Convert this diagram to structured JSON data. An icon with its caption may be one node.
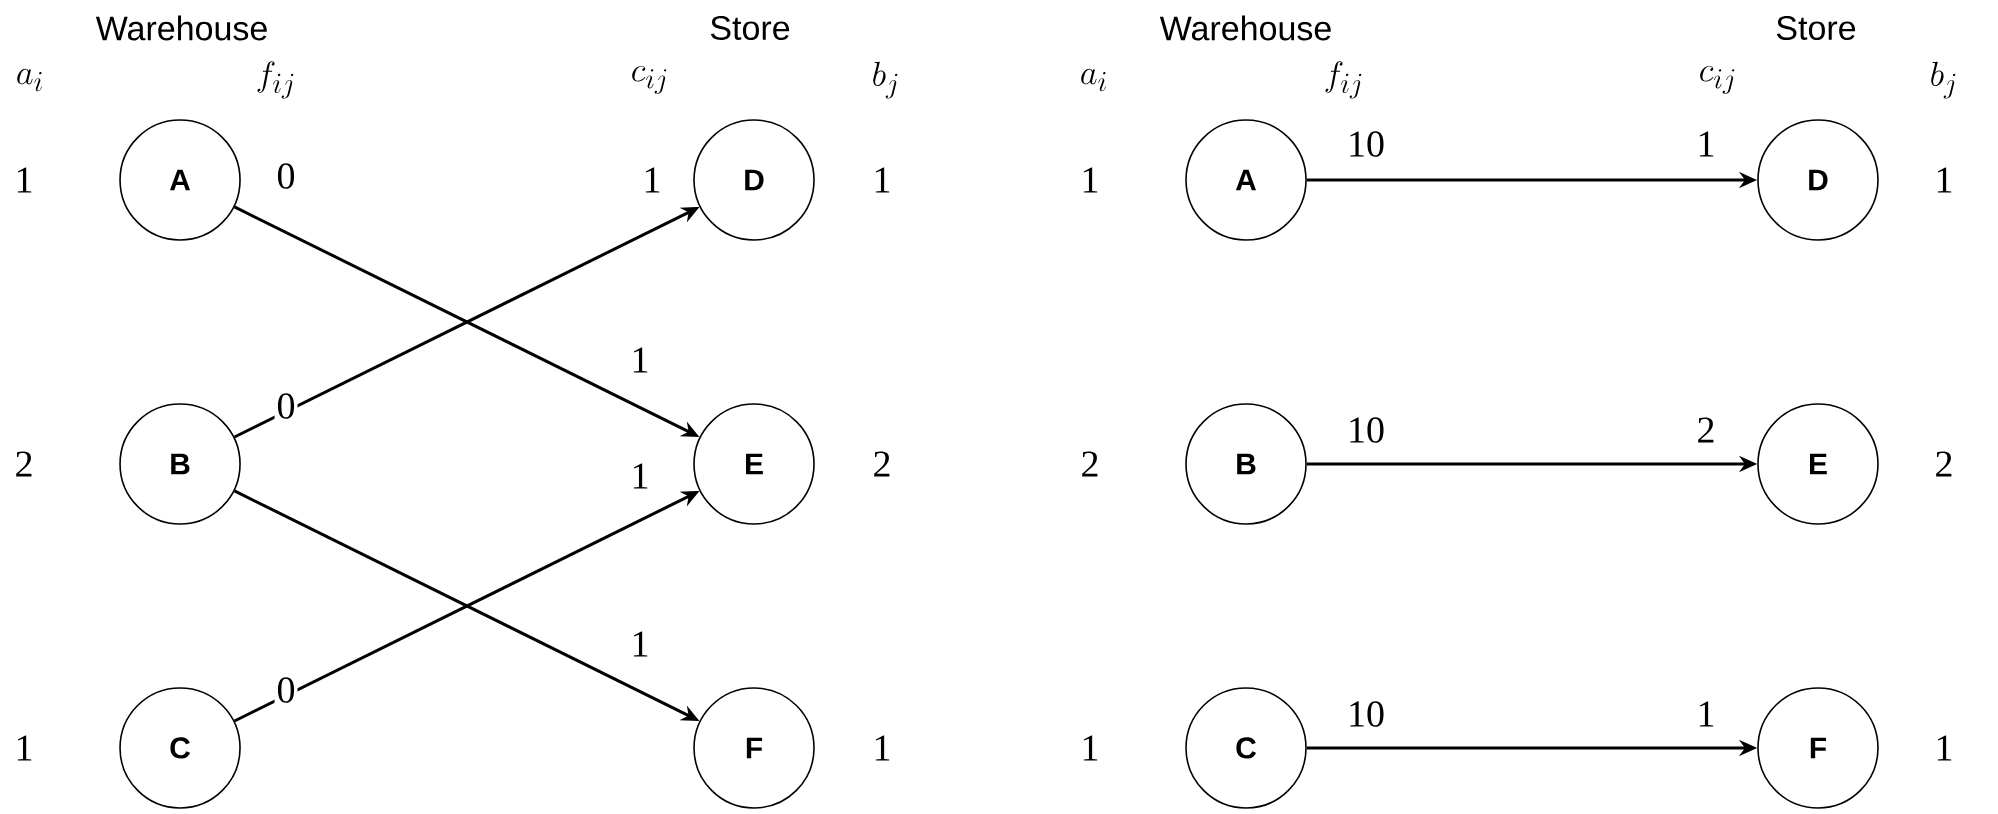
{
  "diagram": {
    "nodes": [
      {
        "text": [
          "A"
        ],
        "beside": [
          "1"
        ]
      },
      {
        "text": [
          "B"
        ],
        "beside": [
          "2"
        ]
      },
      {
        "text": [
          "C"
        ],
        "beside": [
          "1"
        ]
      },
      {
        "text": [
          "D"
        ],
        "beside": [
          "1"
        ]
      },
      {
        "text": [
          "E"
        ],
        "beside": [
          "2"
        ]
      },
      {
        "text": [
          "F"
        ],
        "beside": [
          "1"
        ]
      },
      {
        "text": [
          "A"
        ],
        "beside": [
          "1"
        ]
      },
      {
        "text": [
          "B"
        ],
        "beside": [
          "2"
        ]
      },
      {
        "text": [
          "C"
        ],
        "beside": [
          "1"
        ]
      },
      {
        "text": [
          "D"
        ],
        "beside": [
          "1"
        ]
      },
      {
        "text": [
          "E"
        ],
        "beside": [
          "2"
        ]
      },
      {
        "text": [
          "F"
        ],
        "beside": [
          "1"
        ]
      }
    ],
    "edges": [
      {
        "from": 0,
        "to": 4,
        "arrow": "to",
        "label": "0"
      },
      {
        "from": 1,
        "to": 3,
        "arrow": "to",
        "label": "0"
      },
      {
        "from": 1,
        "to": 5,
        "arrow": "to"
      },
      {
        "from": 2,
        "to": 4,
        "arrow": "to",
        "label": "0"
      },
      {
        "from": 6,
        "to": 9,
        "arrow": "to",
        "label": "10"
      },
      {
        "from": 7,
        "to": 10,
        "arrow": "to",
        "label": "10"
      },
      {
        "from": 8,
        "to": 11,
        "arrow": "to",
        "label": "10"
      }
    ],
    "labels": [
      "Warehouse",
      "Store",
      "Warehouse",
      "Store",
      "a_i",
      "f_{ij}",
      "c_{ij}",
      "b_j",
      "a_i",
      "f_{ij}",
      "c_{ij}",
      "b_j",
      "1",
      "1",
      "1",
      "1",
      "1",
      "2",
      "1"
    ]
  }
}
